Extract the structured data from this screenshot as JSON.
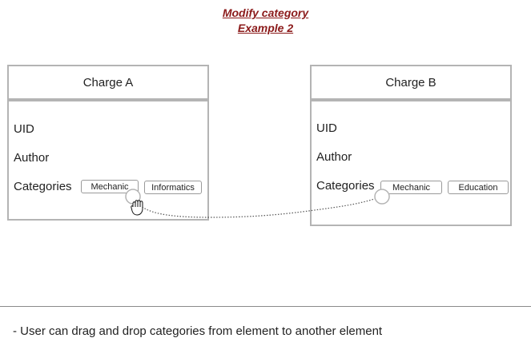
{
  "title": {
    "line1": "Modify category",
    "line2": "Example 2"
  },
  "charge_a": {
    "header": "Charge A",
    "fields": {
      "uid": "UID",
      "author": "Author",
      "categories": "Categories"
    },
    "chips": [
      "Mechanic",
      "Informatics"
    ]
  },
  "charge_b": {
    "header": "Charge B",
    "fields": {
      "uid": "UID",
      "author": "Author",
      "categories": "Categories"
    },
    "chips": [
      "Mechanic",
      "Education"
    ]
  },
  "drag": {
    "cursor_icon": "hand-grab-icon",
    "connector": "dotted-curve"
  },
  "footer": {
    "note": "- User can drag and drop categories from element to another element"
  },
  "colors": {
    "title": "#8b1a1a",
    "border": "#b4b4b4",
    "text": "#222222"
  }
}
